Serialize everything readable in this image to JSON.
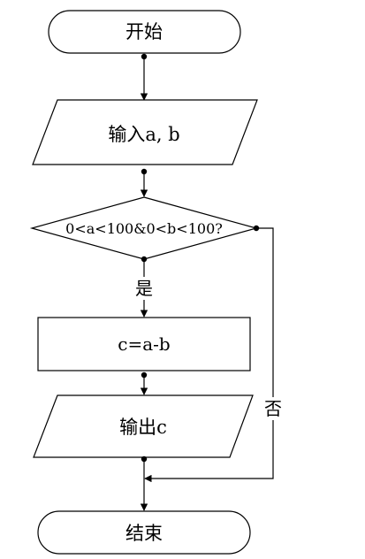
{
  "flowchart": {
    "start_label": "开始",
    "input_label": "输入a, b",
    "condition_label": "0<a<100&0<b<100?",
    "yes_label": "是",
    "no_label": "否",
    "process_label": "c=a-b",
    "output_label": "输出c",
    "end_label": "结束"
  }
}
